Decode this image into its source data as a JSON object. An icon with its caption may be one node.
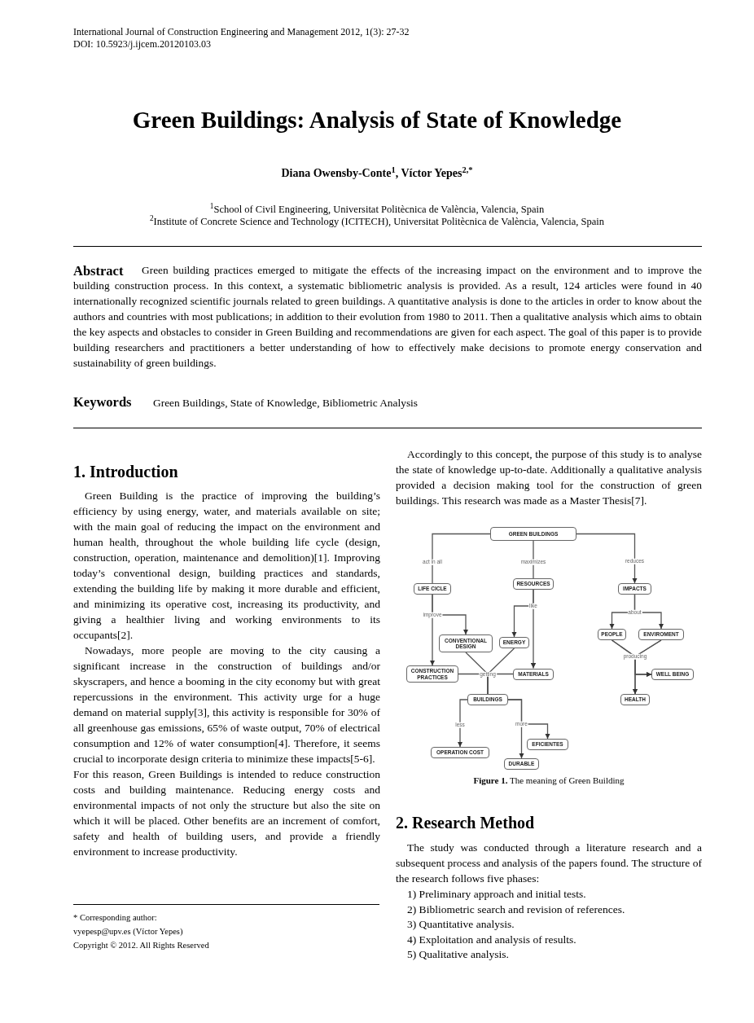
{
  "diagram": {
    "caption": "**Figure 1.** The meaning of Green Building",
    "nodes": [
      {
        "text": [
          "GREEN BUILDINGS"
        ]
      },
      {
        "text": [
          "LIFE CICLE"
        ]
      },
      {
        "text": [
          "RESOURCES"
        ]
      },
      {
        "text": [
          "IMPACTS"
        ]
      },
      {
        "text": [
          "CONVENTIONAL DESIGN"
        ]
      },
      {
        "text": [
          "ENERGY"
        ]
      },
      {
        "text": [
          "PEOPLE"
        ]
      },
      {
        "text": [
          "ENVIROMENT"
        ]
      },
      {
        "text": [
          "CONSTRUCTION PRACTICES"
        ]
      },
      {
        "text": [
          "MATERIALS"
        ]
      },
      {
        "text": [
          "WELL BEING"
        ]
      },
      {
        "text": [
          "BUILDINGS"
        ]
      },
      {
        "text": [
          "HEALTH"
        ]
      },
      {
        "text": [
          "OPERATION COST"
        ]
      },
      {
        "text": [
          "EFICIENTES"
        ]
      },
      {
        "text": [
          "DURABLE"
        ]
      }
    ],
    "edges": [
      {
        "from": 0,
        "to": 1,
        "arrow": "none",
        "label": "act in all"
      },
      {
        "from": 0,
        "to": 2,
        "arrow": "none",
        "label": "maximizes"
      },
      {
        "from": 0,
        "to": 3,
        "arrow": "to",
        "label": "reduces"
      },
      {
        "from": 1,
        "to": 4,
        "arrow": "to",
        "label": "improve"
      },
      {
        "from": 1,
        "to": 8,
        "arrow": "to"
      },
      {
        "from": 2,
        "to": 5,
        "arrow": "to",
        "label": "like"
      },
      {
        "from": 2,
        "to": 9,
        "arrow": "to"
      },
      {
        "from": 3,
        "to": 6,
        "arrow": "to",
        "label": "about"
      },
      {
        "from": 3,
        "to": 7,
        "arrow": "to"
      },
      {
        "from": 6,
        "to": 10,
        "arrow": "to",
        "label": "producing"
      },
      {
        "from": 7,
        "to": 10,
        "arrow": "to"
      },
      {
        "from": 6,
        "to": 12,
        "arrow": "to"
      },
      {
        "from": 7,
        "to": 12,
        "arrow": "to"
      },
      {
        "from": 4,
        "to": 11,
        "arrow": "none",
        "label": "getting"
      },
      {
        "from": 5,
        "to": 11,
        "arrow": "none"
      },
      {
        "from": 8,
        "to": 11,
        "arrow": "none"
      },
      {
        "from": 9,
        "to": 11,
        "arrow": "none"
      },
      {
        "from": 11,
        "to": 13,
        "arrow": "to",
        "label": "less"
      },
      {
        "from": 11,
        "to": 15,
        "arrow": "to",
        "label": "more"
      },
      {
        "from": 11,
        "to": 14,
        "arrow": "to"
      }
    ],
    "labels": [
      "International Journal of Construction Engineering and Management 2012, 1(3): 27-32",
      "DOI: 10.5923/j.ijcem.20120103.03",
      "Green Buildings: Analysis of State of Knowledge",
      "Diana Owensby-Conte$^{1}$, Víctor Yepes$^{2,*}$",
      "$^{1}$School of Civil Engineering, Universitat Politècnica de València, Valencia, Spain",
      "$^{2}$Institute of Concrete Science and Technology (ICITECH), Universitat Politècnica de València, Valencia, Spain",
      "Abstract",
      "Green building practices emerged to mitigate the effects of the increasing impact on the environment and to improve the building construction process. In this context, a systematic bibliometric analysis is provided. As a result, 124 articles were found in 40 internationally recognized scientific journals related to green buildings. A quantitative analysis is done to the articles in order to know about the authors and countries with most publications; in addition to their evolution from 1980 to 2011. Then a qualitative analysis which aims to obtain the key aspects and obstacles to consider in Green Building and recommendations are given for each aspect. The goal of this paper is to provide building researchers and practitioners a better understanding of how to effectively make decisions to promote energy conservation and sustainability of green buildings.",
      "Keywords",
      "Green Buildings, State of Knowledge, Bibliometric Analysis",
      "1. Introduction",
      "Green Building is the practice of improving the building’s efficiency by using energy, water, and materials available on site; with the main goal of reducing the impact on the environment and human health, throughout the whole building life cycle (design, construction, operation, maintenance and demolition)[1]. Improving today’s conventional design, building practices and standards, extending the building life by making it more durable and efficient, and minimizing its operative cost, increasing its productivity, and giving a healthier living and working environments to its occupants[2].",
      "Nowadays, more people are moving to the city causing a significant increase in the construction of buildings and/or skyscrapers, and hence a booming in the city economy but with great repercussions in the environment. This activity urge for a huge demand on material supply[3], this activity is responsible for 30% of all greenhouse gas emissions, 65% of waste output, 70% of electrical consumption and 12% of water consumption[4]. Therefore, it seems crucial to incorporate design criteria to minimize these impacts[5-6].",
      "For this reason, Green Buildings is intended to reduce construction costs and building maintenance. Reducing energy costs and environmental impacts of not only the structure but also the site on which it will be placed. Other benefits are an increment of comfort, safety and health of building users, and provide a friendly environment to increase productivity.",
      "* Corresponding author:",
      "vyepesp@upv.es (Víctor Yepes)",
      "Copyright © 2012. All Rights Reserved",
      "Accordingly to this concept, the purpose of this study is to analyse the state of knowledge up-to-date. Additionally a qualitative analysis provided a decision making tool for the construction of green buildings. This research was made as a Master Thesis[7].",
      "2. Research Method",
      "The study was conducted through a literature research and a subsequent process and analysis of the papers found. The structure of the research follows five phases:",
      "1) Preliminary approach and initial tests.",
      "2) Bibliometric search and revision of references.",
      "3) Quantitative analysis.",
      "4) Exploitation and analysis of results.",
      "5) Qualitative analysis."
    ]
  }
}
